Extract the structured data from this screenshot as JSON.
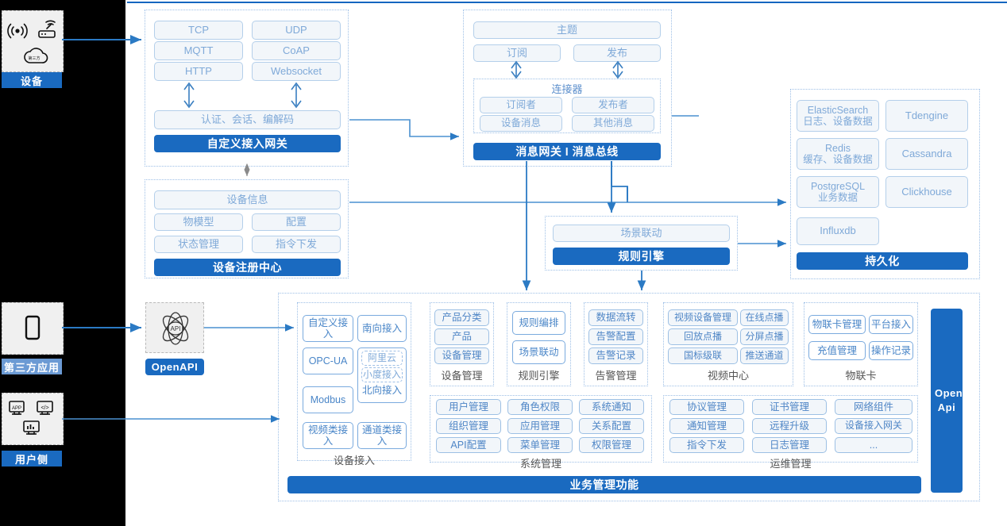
{
  "rail": {
    "device": {
      "label": "设备",
      "icons": [
        "wifi-signal-icon",
        "router-icon",
        "cloud-icon"
      ]
    },
    "third_party": {
      "label": "第三方应用",
      "icons": [
        "mobile-phone-icon"
      ]
    },
    "user_side": {
      "label": "用户侧",
      "icons": [
        "app-window-icon",
        "code-window-icon",
        "chart-window-icon"
      ]
    }
  },
  "gateway": {
    "protocols": [
      "TCP",
      "UDP",
      "MQTT",
      "CoAP",
      "HTTP",
      "Websocket"
    ],
    "middle": "认证、会话、编解码",
    "title": "自定义接入网关"
  },
  "message": {
    "topic": "主题",
    "subscribe": "订阅",
    "publish": "发布",
    "connector_title": "连接器",
    "connector_items": [
      "订阅者",
      "发布者",
      "设备消息",
      "其他消息"
    ],
    "title": "消息网关 l 消息总线"
  },
  "registry": {
    "info": "设备信息",
    "items": [
      "物模型",
      "配置",
      "状态管理",
      "指令下发"
    ],
    "title": "设备注册中心"
  },
  "rules": {
    "scene": "场景联动",
    "title": "规则引擎"
  },
  "persistence": {
    "stores": [
      {
        "name": "ElasticSearch",
        "sub": "日志、设备数据"
      },
      {
        "name": "Tdengine",
        "sub": ""
      },
      {
        "name": "Redis",
        "sub": "缓存、设备数据"
      },
      {
        "name": "Cassandra",
        "sub": ""
      },
      {
        "name": "PostgreSQL",
        "sub": "业务数据"
      },
      {
        "name": "Clickhouse",
        "sub": ""
      },
      {
        "name": "Influxdb",
        "sub": ""
      }
    ],
    "title": "持久化"
  },
  "openapi": {
    "icon": "api-atom-icon",
    "label": "OpenAPI",
    "side_label": "Open Api"
  },
  "business": {
    "bar_title": "业务管理功能",
    "groups": [
      {
        "name": "设备接入",
        "layout": "access",
        "left": [
          "自定义接入",
          "OPC-UA",
          "Modbus",
          "视频类接入"
        ],
        "right_top": "南向接入",
        "right_nested": [
          "阿里云",
          "小度接入"
        ],
        "right_nested_label": "北向接入",
        "right_bottom": "通道类接入"
      },
      {
        "name": "设备管理",
        "items": [
          "产品分类",
          "产品",
          "设备管理"
        ]
      },
      {
        "name": "规则引擎",
        "items": [
          "规则编排",
          "场景联动"
        ]
      },
      {
        "name": "告警管理",
        "items": [
          "数据流转",
          "告警配置",
          "告警记录"
        ]
      },
      {
        "name": "视频中心",
        "items": [
          "视频设备管理",
          "在线点播",
          "回放点播",
          "分屏点播",
          "国标级联",
          "推送通道"
        ]
      },
      {
        "name": "物联卡",
        "items": [
          "物联卡管理",
          "平台接入",
          "充值管理",
          "操作记录"
        ]
      },
      {
        "name": "系统管理",
        "items": [
          "用户管理",
          "角色权限",
          "系统通知",
          "组织管理",
          "应用管理",
          "关系配置",
          "API配置",
          "菜单管理",
          "权限管理"
        ]
      },
      {
        "name": "运维管理",
        "items": [
          "协议管理",
          "证书管理",
          "网络组件",
          "通知管理",
          "远程升级",
          "设备接入网关",
          "指令下发",
          "日志管理",
          "..."
        ]
      }
    ]
  },
  "colors": {
    "accent": "#1a6ac0",
    "box_border": "#b4cfea",
    "box_fill": "#f2f6fa",
    "text_blue": "#7fa9d8"
  }
}
